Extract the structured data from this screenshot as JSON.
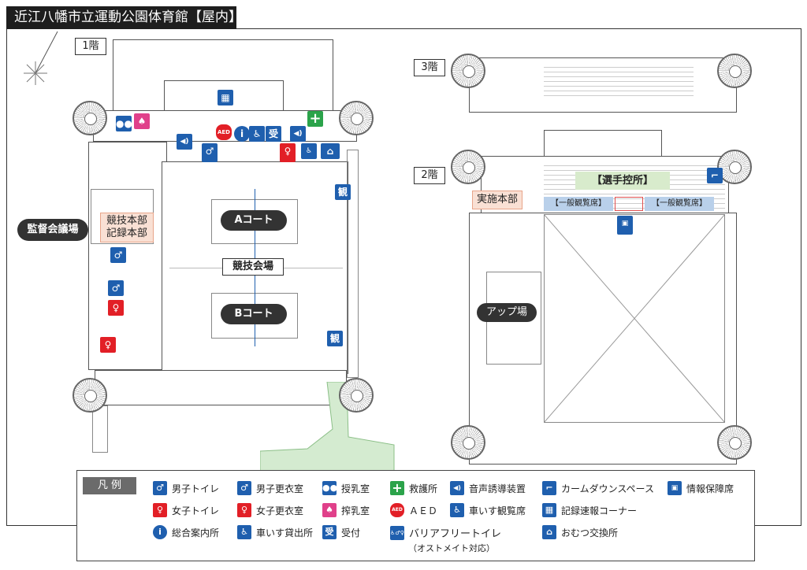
{
  "title": "近江八幡市立運動公園体育館【屋内】",
  "floors": {
    "f1": "1階",
    "f2": "2階",
    "f3": "3階"
  },
  "areas": {
    "kantoku": "監督会議場",
    "kyogi_honbu": "競技本部",
    "kiroku_honbu": "記録本部",
    "court_a": "Aコート",
    "court_b": "Bコート",
    "kyogi_kaijo": "競技会場",
    "jisshi_honbu": "実施本部",
    "senshu": "【選手控所】",
    "ippan1": "【一般観覧席】",
    "ippan2": "【一般観覧席】",
    "up": "アップ場"
  },
  "legend": {
    "title": "凡 例",
    "items": [
      {
        "label": "男子トイレ",
        "icon": "male-toilet"
      },
      {
        "label": "男子更衣室",
        "icon": "male-changing"
      },
      {
        "label": "授乳室",
        "icon": "nursing"
      },
      {
        "label": "救護所",
        "icon": "first-aid"
      },
      {
        "label": "音声誘導装置",
        "icon": "speaker"
      },
      {
        "label": "カームダウンスペース",
        "icon": "calm-down"
      },
      {
        "label": "情報保障席",
        "icon": "info-seat"
      },
      {
        "label": "女子トイレ",
        "icon": "female-toilet"
      },
      {
        "label": "女子更衣室",
        "icon": "female-changing"
      },
      {
        "label": "搾乳室",
        "icon": "milking"
      },
      {
        "label": "ＡＥＤ",
        "icon": "aed"
      },
      {
        "label": "車いす観覧席",
        "icon": "wheelchair-seat"
      },
      {
        "label": "記録速報コーナー",
        "icon": "record-corner"
      },
      {
        "label": "総合案内所",
        "icon": "info"
      },
      {
        "label": "車いす貸出所",
        "icon": "wheelchair-rental"
      },
      {
        "label": "受付",
        "icon": "reception"
      },
      {
        "label": "バリアフリートイレ",
        "icon": "barrier-free-toilet"
      },
      {
        "label": "おむつ交換所",
        "icon": "diaper"
      }
    ],
    "bf_note": "（オストメイト対応）"
  },
  "icon_glyphs": {
    "aed": "AED",
    "info": "i",
    "reception": "受",
    "wheelchair": "♿",
    "kan": "観",
    "speaker": "◀)",
    "first_aid": "+",
    "record": "▦"
  },
  "colors": {
    "blue": "#1f5fae",
    "red": "#e21f26",
    "green": "#2ba34a",
    "pink": "#e0408a"
  }
}
